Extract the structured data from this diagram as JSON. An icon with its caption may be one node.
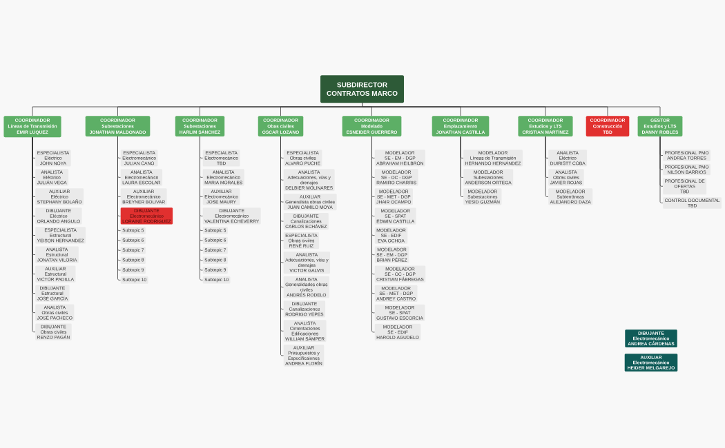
{
  "diagram": {
    "nodes": [
      {
        "text": [
          "SUBDIRECTOR",
          "CONTRATOS MARCO"
        ]
      },
      {
        "text": [
          "COORDINADOR",
          "Líneas de Transmisión",
          "EMIR LÚQUEZ"
        ]
      },
      {
        "text": [
          "COORDINADOR",
          "Subestaciones",
          "JONATHAN MALDONADO"
        ]
      },
      {
        "text": [
          "COORDINADOR",
          "Subestaciones",
          "HARLIM SÁNCHEZ"
        ]
      },
      {
        "text": [
          "COORDINADOR",
          "Obas civiles",
          "ÓSCAR LOZANO"
        ]
      },
      {
        "text": [
          "COORDINADOR",
          "Modelado",
          "ESNEIDER GUERRERO"
        ]
      },
      {
        "text": [
          "COORDINADOR",
          "Emplazamiento",
          "JONATHAN CASTILLA"
        ]
      },
      {
        "text": [
          "COORDINADOR",
          "Estudios y LTS",
          "CRISTIAN MARTÍNEZ"
        ]
      },
      {
        "text": [
          "COORDINADOR",
          "Construcción",
          "TBD"
        ]
      },
      {
        "text": [
          "GESTOR",
          "Estudios y LTS",
          "DANNY ROBLES"
        ]
      },
      {
        "text": [
          "ESPECIALISTA",
          "Eléctrico",
          "JOHN NOYA"
        ]
      },
      {
        "text": [
          "ANALISTA",
          "Eléctrico",
          "JULIÁN VEGA"
        ]
      },
      {
        "text": [
          "AUXILIAR",
          "Eléctrico",
          "STEPHANY BOLAÑO"
        ]
      },
      {
        "text": [
          "DIBUJANTE",
          "Eléctrico",
          "ORLANDO ANGULO"
        ]
      },
      {
        "text": [
          "ESPECIALISTA",
          "Estructural",
          "YEISON HERNANDEZ"
        ]
      },
      {
        "text": [
          "ANALISTA",
          "Estructural",
          "JONATAN VILORIA"
        ]
      },
      {
        "text": [
          "AUXILIAR",
          "Estructural",
          "VICTOR PADILLA"
        ]
      },
      {
        "text": [
          "DIBUJANTE",
          "Estructural",
          "JOSÉ GARCÍA"
        ]
      },
      {
        "text": [
          "ANALISTA",
          "Obras civiles",
          "JOSÉ PACHECO"
        ]
      },
      {
        "text": [
          "DIBUJANTE",
          "Obras civiles",
          "RENZO PAGÁN"
        ]
      },
      {
        "text": [
          "ESPECIALISTA",
          "Electromecánico",
          "JULIAN CANO"
        ]
      },
      {
        "text": [
          "ANALISTA",
          "Electromecánico",
          "LAURA ESCOLAR"
        ]
      },
      {
        "text": [
          "AUXILIAR",
          "Electromecánico",
          "BREYNER BOLIVAR"
        ]
      },
      {
        "text": [
          "DIBUJANTE",
          "Electromecánico",
          "LORAINE RODRIGUEZ"
        ]
      },
      {
        "text": [
          "Subtopic 5"
        ]
      },
      {
        "text": [
          "Subtopic 6"
        ]
      },
      {
        "text": [
          "Subtopic 7"
        ]
      },
      {
        "text": [
          "Subtopic 8"
        ]
      },
      {
        "text": [
          "Subtopic 9"
        ]
      },
      {
        "text": [
          "Subtopic 10"
        ]
      },
      {
        "text": [
          "ESPECIALISTA",
          "Electromecánico",
          "TBD"
        ]
      },
      {
        "text": [
          "ANALISTA",
          "Electromecánico",
          "MARIA MORALES"
        ]
      },
      {
        "text": [
          "AUXILIAR",
          "Electromecánico",
          "JOSE MAURY"
        ]
      },
      {
        "text": [
          "DIBUJANTE",
          "Electromecánico",
          "VALENTINA ECHEVERRY"
        ]
      },
      {
        "text": [
          "Subtopic 5"
        ]
      },
      {
        "text": [
          "Subtopic 6"
        ]
      },
      {
        "text": [
          "Subtopic 7"
        ]
      },
      {
        "text": [
          "Subtopic 8"
        ]
      },
      {
        "text": [
          "Subtopic 9"
        ]
      },
      {
        "text": [
          "Subtopic 10"
        ]
      },
      {
        "text": [
          "ESPECIALISTA",
          "Obras civiles",
          "ALVARO PUCHE"
        ]
      },
      {
        "text": [
          "ANALISTA",
          "Adecuaciones, vías y drenajes",
          "DELBIER MOLINARES"
        ]
      },
      {
        "text": [
          "AUXILIAR",
          "Generalista obras civiles",
          "JUAN CAMILO MOYA"
        ]
      },
      {
        "text": [
          "DIBUJANTE",
          "Canalizaciones",
          "CARLOS ECHÁVEZ"
        ]
      },
      {
        "text": [
          "ESPECIALISTA",
          "Obras civiles",
          "RENÉ RUIZ"
        ]
      },
      {
        "text": [
          "ANALISTA",
          "Adecuaciones, vías y drenajes",
          "VICTOR GALVIS"
        ]
      },
      {
        "text": [
          "ANALISTA",
          "Generalidades obras civiles",
          "ANDRÉS RODELO"
        ]
      },
      {
        "text": [
          "DIBUJANTE",
          "Canalizaciones",
          "RODRIGO YEPES"
        ]
      },
      {
        "text": [
          "ANALISTA",
          "Cimentaciones Edificaciones",
          "WILLIAM SÁMPER"
        ]
      },
      {
        "text": [
          "AUXILIAR",
          "Presupuestos y Especificaiones",
          "ANDREA FLORÍN"
        ]
      },
      {
        "text": [
          "MODELADOR",
          "SE - EM - DGP",
          "ABRAHAM HEILBRON"
        ]
      },
      {
        "text": [
          "MODELADOR",
          "SE - OC - DGP",
          "RAMIRO CHARRIS"
        ]
      },
      {
        "text": [
          "MODELADOR",
          "SE - MET - DGP",
          "JHAIR OCAMPO"
        ]
      },
      {
        "text": [
          "MODELADOR",
          "SE - SPAT",
          "EDWIN CASTILLA"
        ]
      },
      {
        "text": [
          "MODELADOR",
          "SE - EDIF",
          "EVA OCHOA"
        ]
      },
      {
        "text": [
          "MODELADOR",
          "SE - EM - DGP",
          "BRIAN PÉREZ"
        ]
      },
      {
        "text": [
          "MODELADOR",
          "SE - OC - DGP",
          "CRISTIAN FÁBREGAS"
        ]
      },
      {
        "text": [
          "MODELADOR",
          "SE - MET - DGP",
          "ANDREY CASTRO"
        ]
      },
      {
        "text": [
          "MODELADOR",
          "SE - SPAT",
          "GUSTAVO ESCORCIA"
        ]
      },
      {
        "text": [
          "MODELADOR",
          "SE - EDIF",
          "HAROLD AGUDELO"
        ]
      },
      {
        "text": [
          "MODELADOR",
          "Líneas de Transmisión",
          "HERNANDO HERNÁNDEZ"
        ]
      },
      {
        "text": [
          "MODELADOR",
          "Subestaciones",
          "ANDERSON ORTEGA"
        ]
      },
      {
        "text": [
          "MODELADOR",
          "Subestaciones",
          "YESID GUZMÁN"
        ]
      },
      {
        "text": [
          "ANALISTA",
          "Eléctrico",
          "DUIRISTT COBA"
        ]
      },
      {
        "text": [
          "ANALISTA",
          "Obras civiles",
          "JAVIER ROJAS"
        ]
      },
      {
        "text": [
          "MODELADOR",
          "Subterráneas",
          "ALEJANDRO DAZA"
        ]
      },
      {
        "text": [
          "PROFESIONAL PMO",
          "ANDREA TORRES"
        ]
      },
      {
        "text": [
          "PROFESIONAL PMO",
          "NILSON BARRIOS"
        ]
      },
      {
        "text": [
          "PROFESIONAL DE OFERTAS",
          "TBD"
        ]
      },
      {
        "text": [
          "CONTROL DOCUMENTAL",
          "TBD"
        ]
      },
      {
        "text": [
          "DIBUJANTE",
          "Electromecánico",
          "ANDREA CÁRDENAS"
        ]
      },
      {
        "text": [
          "AUXILIAR",
          "Electromecánico",
          "HEIDER MELGAREJO"
        ]
      }
    ],
    "edges": [
      {
        "from": 0,
        "to": 1,
        "arrow": "none"
      },
      {
        "from": 0,
        "to": 2,
        "arrow": "none"
      },
      {
        "from": 0,
        "to": 3,
        "arrow": "none"
      },
      {
        "from": 0,
        "to": 4,
        "arrow": "none"
      },
      {
        "from": 0,
        "to": 5,
        "arrow": "none"
      },
      {
        "from": 0,
        "to": 6,
        "arrow": "none"
      },
      {
        "from": 0,
        "to": 7,
        "arrow": "none"
      },
      {
        "from": 0,
        "to": 8,
        "arrow": "none"
      },
      {
        "from": 0,
        "to": 9,
        "arrow": "none"
      },
      {
        "from": 1,
        "to": 10,
        "arrow": "none"
      },
      {
        "from": 1,
        "to": 11,
        "arrow": "none"
      },
      {
        "from": 1,
        "to": 12,
        "arrow": "none"
      },
      {
        "from": 1,
        "to": 13,
        "arrow": "none"
      },
      {
        "from": 1,
        "to": 14,
        "arrow": "none"
      },
      {
        "from": 1,
        "to": 15,
        "arrow": "none"
      },
      {
        "from": 1,
        "to": 16,
        "arrow": "none"
      },
      {
        "from": 1,
        "to": 17,
        "arrow": "none"
      },
      {
        "from": 1,
        "to": 18,
        "arrow": "none"
      },
      {
        "from": 1,
        "to": 19,
        "arrow": "none"
      },
      {
        "from": 2,
        "to": 20,
        "arrow": "none"
      },
      {
        "from": 2,
        "to": 21,
        "arrow": "none"
      },
      {
        "from": 2,
        "to": 22,
        "arrow": "none"
      },
      {
        "from": 2,
        "to": 23,
        "arrow": "none"
      },
      {
        "from": 2,
        "to": 24,
        "arrow": "none"
      },
      {
        "from": 2,
        "to": 25,
        "arrow": "none"
      },
      {
        "from": 2,
        "to": 26,
        "arrow": "none"
      },
      {
        "from": 2,
        "to": 27,
        "arrow": "none"
      },
      {
        "from": 2,
        "to": 28,
        "arrow": "none"
      },
      {
        "from": 2,
        "to": 29,
        "arrow": "none"
      },
      {
        "from": 3,
        "to": 30,
        "arrow": "none"
      },
      {
        "from": 3,
        "to": 31,
        "arrow": "none"
      },
      {
        "from": 3,
        "to": 32,
        "arrow": "none"
      },
      {
        "from": 3,
        "to": 33,
        "arrow": "none"
      },
      {
        "from": 3,
        "to": 34,
        "arrow": "none"
      },
      {
        "from": 3,
        "to": 35,
        "arrow": "none"
      },
      {
        "from": 3,
        "to": 36,
        "arrow": "none"
      },
      {
        "from": 3,
        "to": 37,
        "arrow": "none"
      },
      {
        "from": 3,
        "to": 38,
        "arrow": "none"
      },
      {
        "from": 3,
        "to": 39,
        "arrow": "none"
      },
      {
        "from": 4,
        "to": 40,
        "arrow": "none"
      },
      {
        "from": 4,
        "to": 41,
        "arrow": "none"
      },
      {
        "from": 4,
        "to": 42,
        "arrow": "none"
      },
      {
        "from": 4,
        "to": 43,
        "arrow": "none"
      },
      {
        "from": 4,
        "to": 44,
        "arrow": "none"
      },
      {
        "from": 4,
        "to": 45,
        "arrow": "none"
      },
      {
        "from": 4,
        "to": 46,
        "arrow": "none"
      },
      {
        "from": 4,
        "to": 47,
        "arrow": "none"
      },
      {
        "from": 4,
        "to": 48,
        "arrow": "none"
      },
      {
        "from": 4,
        "to": 49,
        "arrow": "none"
      },
      {
        "from": 5,
        "to": 50,
        "arrow": "none"
      },
      {
        "from": 5,
        "to": 51,
        "arrow": "none"
      },
      {
        "from": 5,
        "to": 52,
        "arrow": "none"
      },
      {
        "from": 5,
        "to": 53,
        "arrow": "none"
      },
      {
        "from": 5,
        "to": 54,
        "arrow": "none"
      },
      {
        "from": 5,
        "to": 55,
        "arrow": "none"
      },
      {
        "from": 5,
        "to": 56,
        "arrow": "none"
      },
      {
        "from": 5,
        "to": 57,
        "arrow": "none"
      },
      {
        "from": 5,
        "to": 58,
        "arrow": "none"
      },
      {
        "from": 5,
        "to": 59,
        "arrow": "none"
      },
      {
        "from": 6,
        "to": 60,
        "arrow": "none"
      },
      {
        "from": 6,
        "to": 61,
        "arrow": "none"
      },
      {
        "from": 6,
        "to": 62,
        "arrow": "none"
      },
      {
        "from": 7,
        "to": 63,
        "arrow": "none"
      },
      {
        "from": 7,
        "to": 64,
        "arrow": "none"
      },
      {
        "from": 7,
        "to": 65,
        "arrow": "none"
      },
      {
        "from": 9,
        "to": 66,
        "arrow": "none"
      },
      {
        "from": 9,
        "to": 67,
        "arrow": "none"
      },
      {
        "from": 9,
        "to": 68,
        "arrow": "none"
      },
      {
        "from": 9,
        "to": 69,
        "arrow": "none"
      }
    ]
  }
}
